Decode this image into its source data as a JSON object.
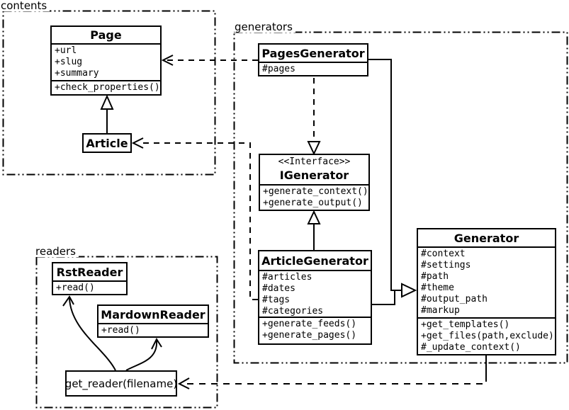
{
  "packages": {
    "contents": {
      "label": "contents"
    },
    "generators": {
      "label": "generators"
    },
    "readers": {
      "label": "readers"
    }
  },
  "classes": {
    "page": {
      "name": "Page",
      "attributes": [
        "+url",
        "+slug",
        "+summary"
      ],
      "methods": [
        "+check_properties()"
      ]
    },
    "article": {
      "name": "Article"
    },
    "pages_generator": {
      "name": "PagesGenerator",
      "attributes": [
        "#pages"
      ]
    },
    "igenerator": {
      "stereotype": "<<Interface>>",
      "name": "IGenerator",
      "methods": [
        "+generate_context()",
        "+generate_output()"
      ]
    },
    "article_generator": {
      "name": "ArticleGenerator",
      "attributes": [
        "#articles",
        "#dates",
        "#tags",
        "#categories"
      ],
      "methods": [
        "+generate_feeds()",
        "+generate_pages()"
      ]
    },
    "generator": {
      "name": "Generator",
      "attributes": [
        "#context",
        "#settings",
        "#path",
        "#theme",
        "#output_path",
        "#markup"
      ],
      "methods": [
        "+get_templates()",
        "+get_files(path,exclude)",
        "#_update_context()"
      ]
    },
    "rst_reader": {
      "name": "RstReader",
      "methods": [
        "+read()"
      ]
    },
    "mardown_reader": {
      "name": "MardownReader",
      "methods": [
        "+read()"
      ]
    },
    "get_reader": {
      "label": "get_reader(filename)"
    }
  },
  "relationships": [
    {
      "from": "Article",
      "to": "Page",
      "type": "inheritance"
    },
    {
      "from": "PagesGenerator",
      "to": "Page",
      "type": "dependency"
    },
    {
      "from": "ArticleGenerator",
      "to": "Article",
      "type": "dependency"
    },
    {
      "from": "PagesGenerator",
      "to": "IGenerator",
      "type": "realization"
    },
    {
      "from": "ArticleGenerator",
      "to": "IGenerator",
      "type": "realization"
    },
    {
      "from": "PagesGenerator",
      "to": "Generator",
      "type": "inheritance"
    },
    {
      "from": "ArticleGenerator",
      "to": "Generator",
      "type": "inheritance"
    },
    {
      "from": "Generator",
      "to": "get_reader(filename)",
      "type": "dependency"
    },
    {
      "from": "get_reader(filename)",
      "to": "RstReader",
      "type": "association"
    },
    {
      "from": "get_reader(filename)",
      "to": "MardownReader",
      "type": "association"
    }
  ],
  "colors": {
    "line": "#000000",
    "background": "#ffffff",
    "text": "#000000"
  }
}
